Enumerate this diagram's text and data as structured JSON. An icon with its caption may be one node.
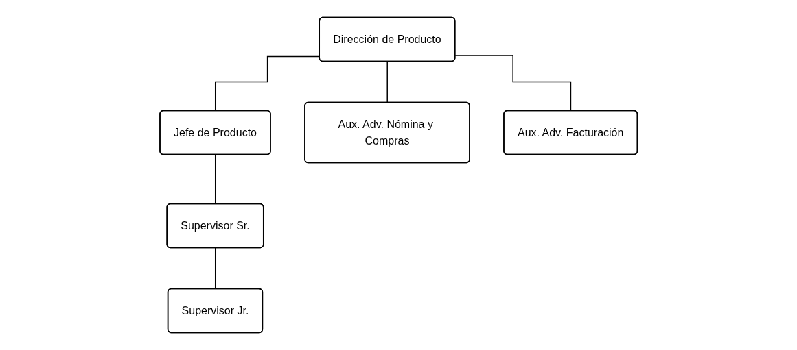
{
  "diagram": {
    "nodes": [
      {
        "text": [
          "Dirección de Producto"
        ]
      },
      {
        "text": [
          "Jefe de Producto"
        ]
      },
      {
        "text": [
          "Aux. Adv. Nómina y Compras"
        ]
      },
      {
        "text": [
          "Aux. Adv. Facturación"
        ]
      },
      {
        "text": [
          "Supervisor Sr."
        ]
      },
      {
        "text": [
          "Supervisor Jr."
        ]
      }
    ],
    "edges": [
      {
        "from": 0,
        "to": 1,
        "arrow": "none"
      },
      {
        "from": 0,
        "to": 2,
        "arrow": "none"
      },
      {
        "from": 0,
        "to": 3,
        "arrow": "none"
      },
      {
        "from": 1,
        "to": 4,
        "arrow": "none"
      },
      {
        "from": 4,
        "to": 5,
        "arrow": "none"
      }
    ]
  }
}
